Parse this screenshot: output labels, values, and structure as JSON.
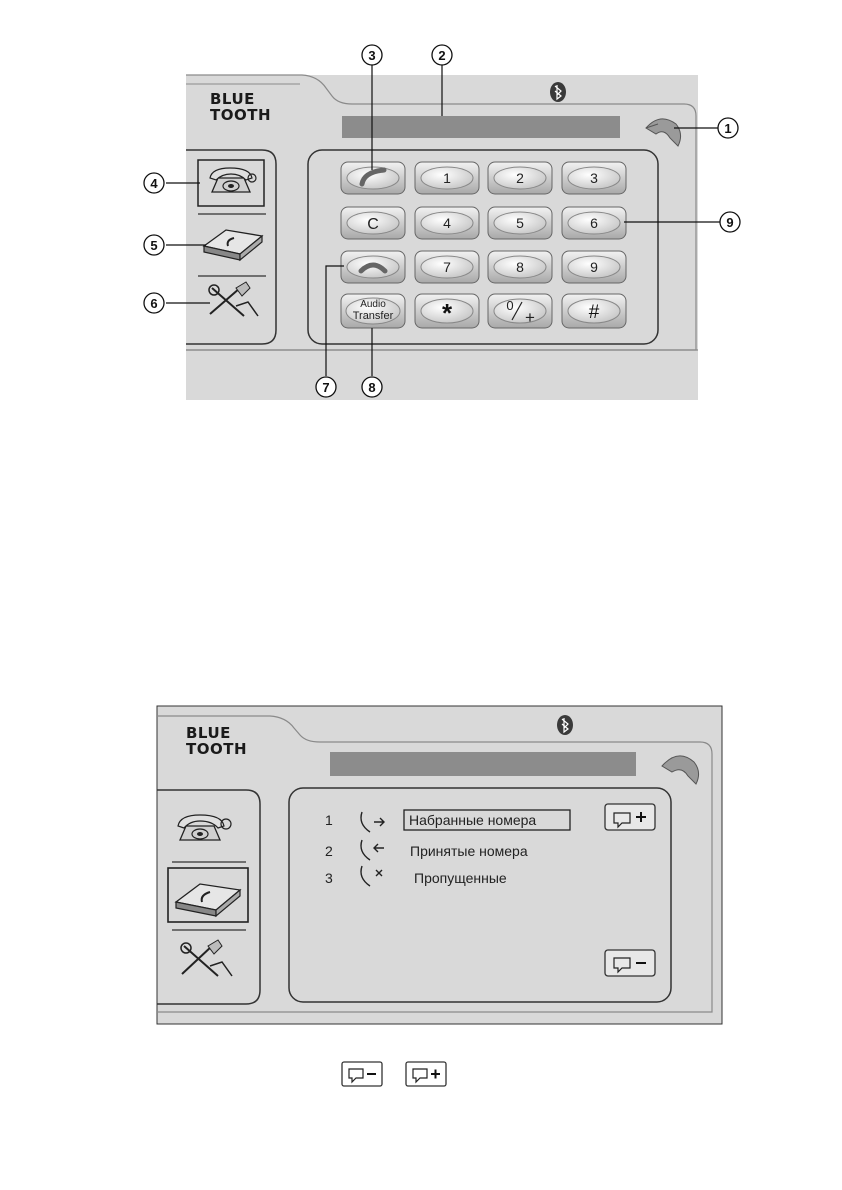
{
  "screen1": {
    "brand_line1": "BLUE",
    "brand_line2": "TOOTH",
    "callouts": [
      "1",
      "2",
      "3",
      "4",
      "5",
      "6",
      "7",
      "8",
      "9"
    ],
    "keypad": {
      "row1": [
        "1",
        "2",
        "3"
      ],
      "row2": [
        "C",
        "4",
        "5",
        "6"
      ],
      "row3": [
        "7",
        "8",
        "9"
      ],
      "row4_star": "*",
      "row4_zero": "0",
      "row4_plus": "+",
      "row4_hash": "#",
      "audio_line1": "Audio",
      "audio_line2": "Transfer"
    }
  },
  "screen2": {
    "brand_line1": "BLUE",
    "brand_line2": "TOOTH",
    "list": [
      {
        "num": "1",
        "label": "Набранные номера"
      },
      {
        "num": "2",
        "label": "Принятые номера"
      },
      {
        "num": "3",
        "label": "Пропущенные"
      }
    ]
  },
  "colors": {
    "panel_bg": "#d9d9d9",
    "display_bar": "#8c8c8c",
    "key_face": "#cfcfcf"
  }
}
